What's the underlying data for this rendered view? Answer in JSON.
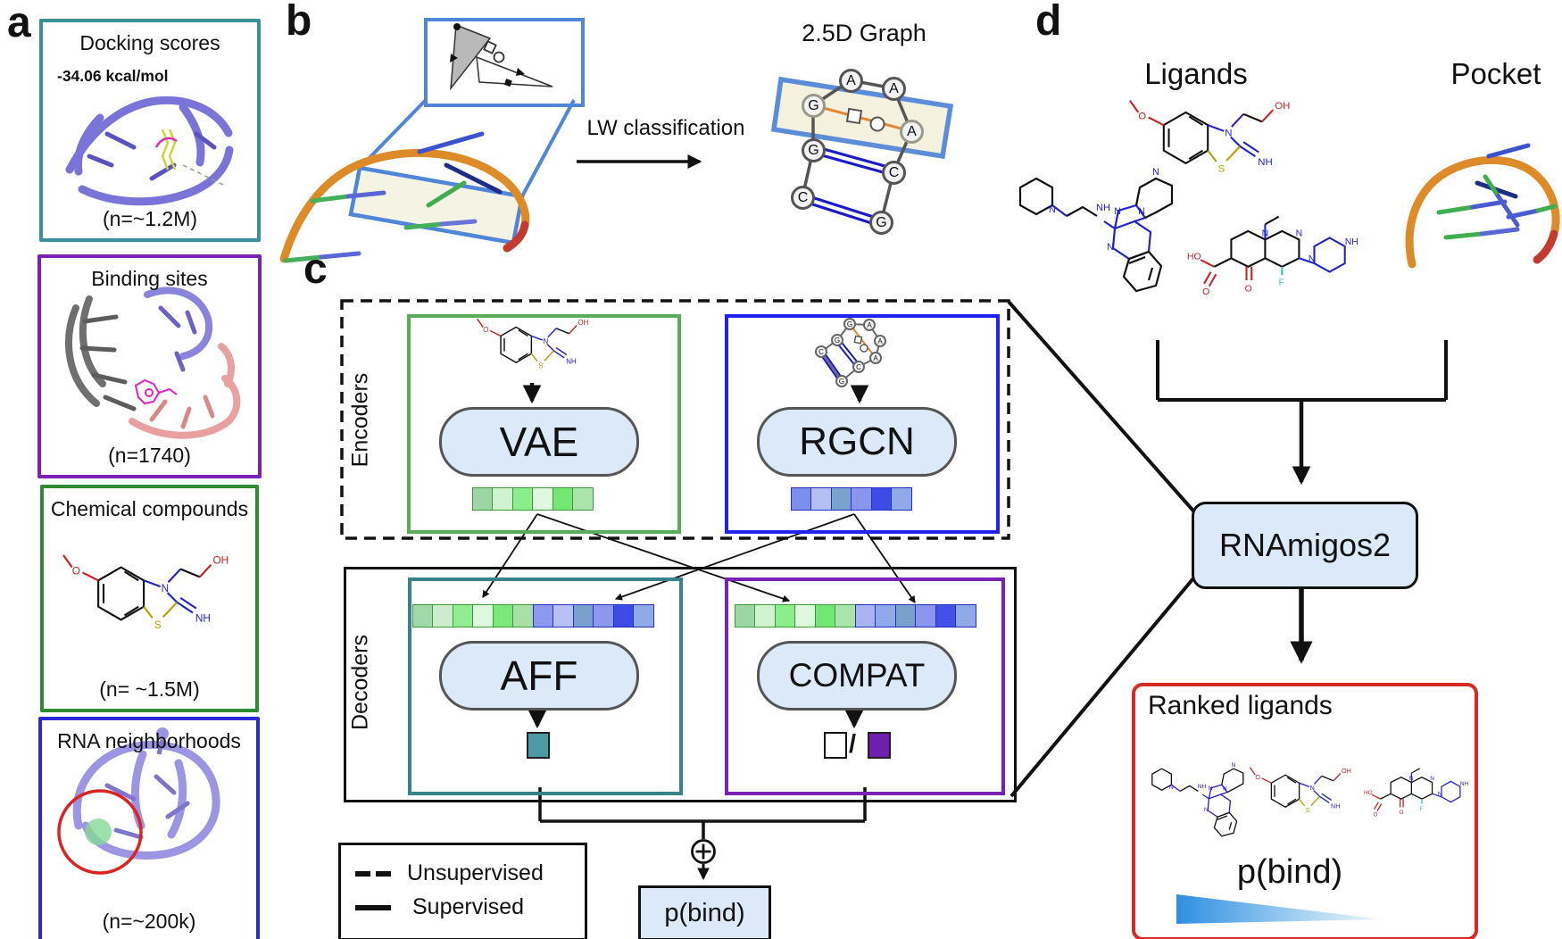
{
  "panels": {
    "a": {
      "label": "a",
      "cards": [
        {
          "title": "Docking scores",
          "annotation": "-34.06 kcal/mol",
          "count": "(n=~1.2M)",
          "border": "#3a8f98"
        },
        {
          "title": "Binding sites",
          "annotation": "",
          "count": "(n=1740)",
          "border": "#7a22b8"
        },
        {
          "title": "Chemical compounds",
          "annotation": "",
          "count": "(n= ~1.5M)",
          "border": "#2f8b2f"
        },
        {
          "title": "RNA neighborhoods",
          "annotation": "",
          "count": "(n=~200k)",
          "border": "#2a2ad9"
        }
      ]
    },
    "b": {
      "label": "b",
      "arrow_label": "LW classification",
      "graph_title": "2.5D Graph",
      "nodes": [
        "A",
        "A",
        "G",
        "A",
        "G",
        "C",
        "C",
        "G"
      ]
    },
    "c": {
      "label": "c",
      "encoders_label": "Encoders",
      "decoders_label": "Decoders",
      "vae_label": "VAE",
      "rgcn_label": "RGCN",
      "aff_label": "AFF",
      "compat_label": "COMPAT",
      "pbind_label": "p(bind)",
      "slash": "/",
      "legend": {
        "unsupervised": "Unsupervised",
        "supervised": "Supervised"
      },
      "rgcn_icon_nodes": [
        "G",
        "A",
        "G",
        "A",
        "C",
        "A",
        "C",
        "G"
      ]
    },
    "d": {
      "label": "d",
      "ligands_title": "Ligands",
      "pocket_title": "Pocket",
      "model_label": "RNAmigos2",
      "ranked_title": "Ranked ligands",
      "ranked_axis_label": "p(bind)"
    }
  },
  "atoms": {
    "o": "O",
    "oh": "OH",
    "ho": "HO",
    "n": "N",
    "s": "S",
    "nh": "NH",
    "f": "F"
  },
  "embeddings": {
    "vae": [
      "#9cd6a4",
      "#cff2cf",
      "#8aee8a",
      "#e0f8e0",
      "#72e872",
      "#aae4aa"
    ],
    "rgcn": [
      "#7e8eec",
      "#b6bff4",
      "#79a3cd",
      "#8a96ee",
      "#3e4be6",
      "#8fa9e9"
    ],
    "aff": [
      "#a2d9aa",
      "#cdeccd",
      "#90ee90",
      "#ddf8dd",
      "#7be87b",
      "#a8e0a8",
      "#8d99ee",
      "#b8c0f5",
      "#7aa0cc",
      "#8d97ee",
      "#3e4be6",
      "#8fa9e9"
    ],
    "compat": [
      "#9cd6a4",
      "#cff2cf",
      "#8aee8a",
      "#ddf8dd",
      "#72e872",
      "#aae4aa",
      "#aab4f2",
      "#8fa9e9",
      "#7aa0cc",
      "#8a96ee",
      "#4450e8",
      "#8fa9e9"
    ]
  },
  "colors": {
    "card_borders": [
      "#3a8f98",
      "#7a22b8",
      "#2f8b2f",
      "#2a2ad9"
    ],
    "encoder_green": "#5aab5a",
    "encoder_blue": "#2222ee",
    "decoder_teal": "#38818f",
    "decoder_purple": "#7a22b8",
    "ranked_red": "#d62a22",
    "panel_b_blue": "#4f86d8",
    "pill_fill": "#dbe9f8",
    "aff_output_teal": "#4d9aa6",
    "compat_output_purple": "#6e1fb0",
    "wedge_blue": "#2d8fe2",
    "backbone_orange": "#dd8a28"
  }
}
